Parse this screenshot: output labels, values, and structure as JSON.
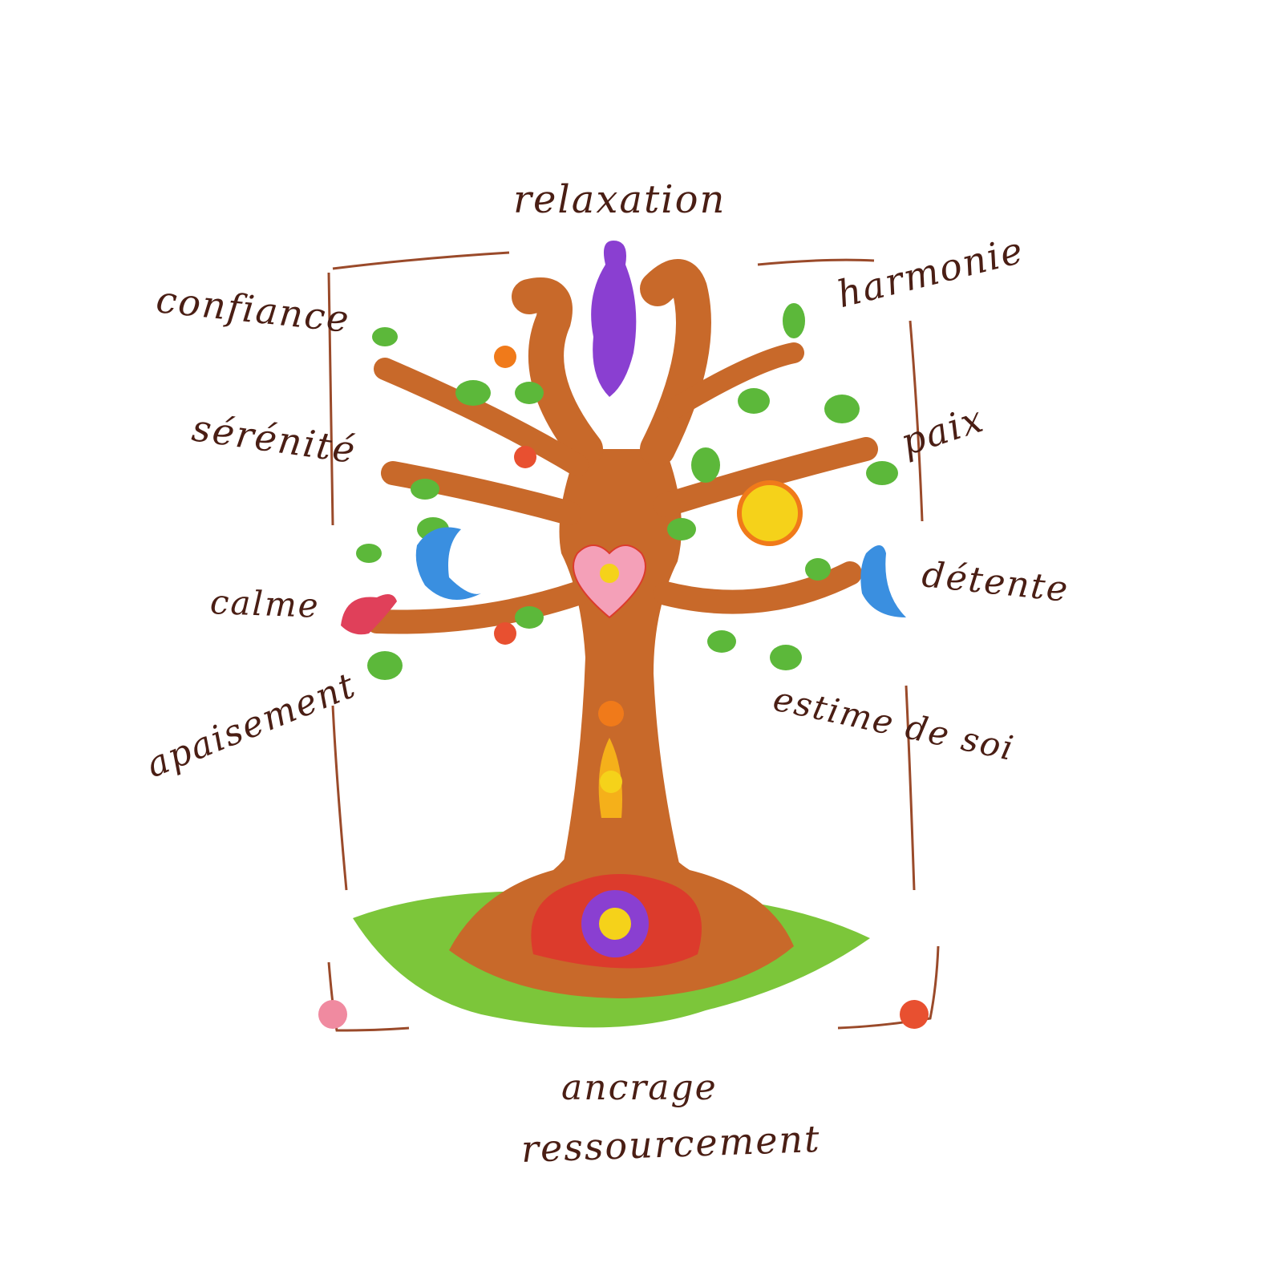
{
  "words": {
    "relaxation": "relaxation",
    "confiance": "confiance",
    "harmonie": "harmonie",
    "serenite": "sérénité",
    "paix": "paix",
    "calme": "calme",
    "detente": "détente",
    "apaisement": "apaisement",
    "estime": "estime de soi",
    "ancrage": "ancrage",
    "ressourcement": "ressourcement"
  },
  "colors": {
    "text": "#4a1e14",
    "trunk": "#c8692a",
    "trunk_dark": "#a24a1c",
    "leaf": "#5cb83a",
    "ground": "#7cc63a",
    "figure": "#8a3fd1",
    "sun": "#f5d21a",
    "heart": "#f4a0b8",
    "bird_red": "#e0405a",
    "bird_blue": "#3a8fe0",
    "frame": "#9a4a2a"
  }
}
